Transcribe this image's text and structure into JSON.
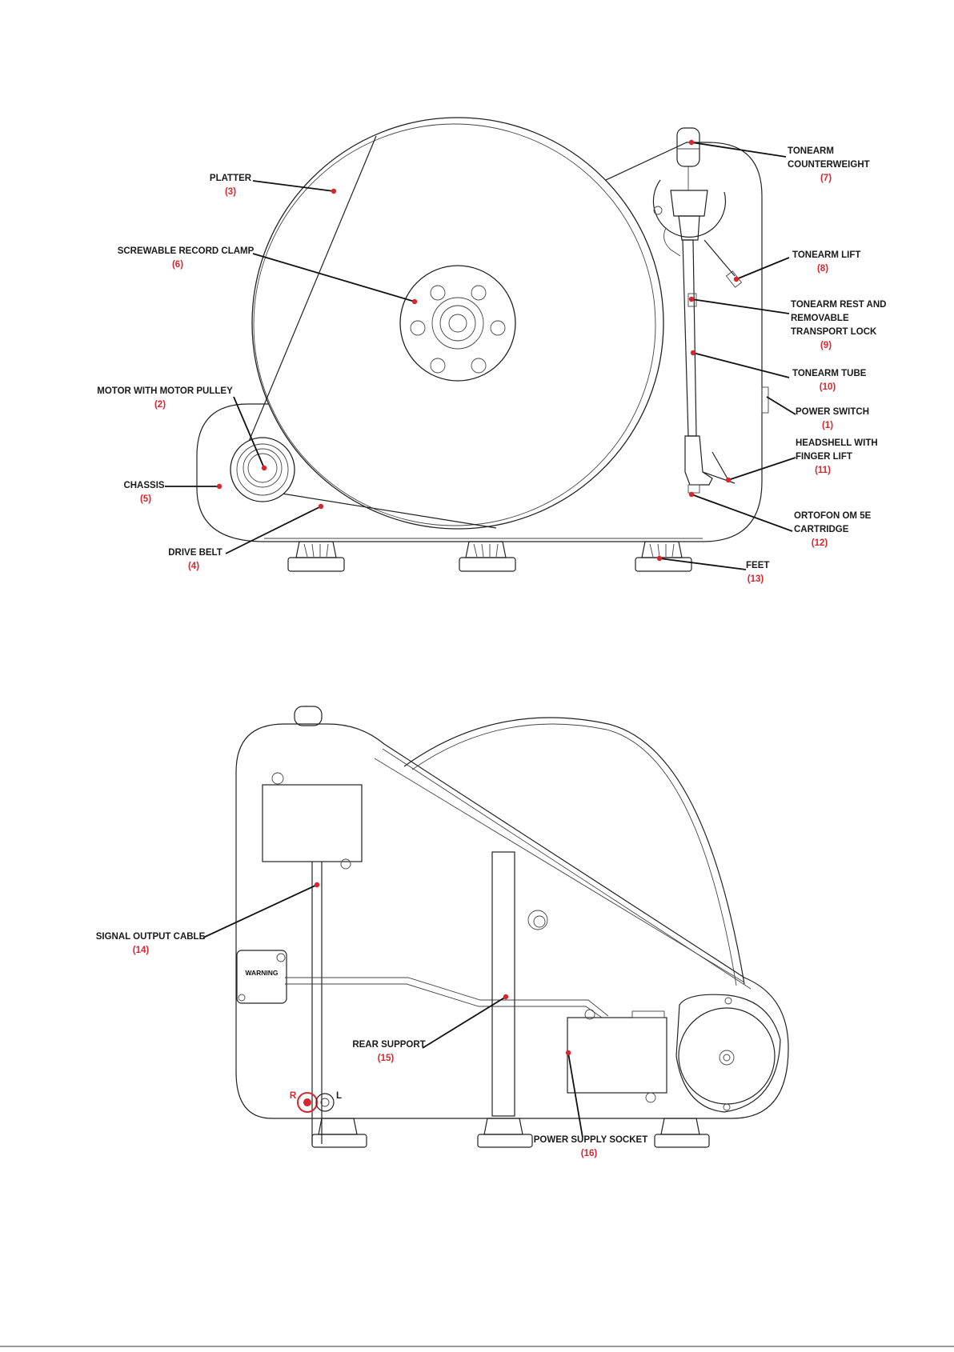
{
  "accent_color": "#d9262e",
  "front_view": {
    "callouts": [
      {
        "id": "platter",
        "lines": [
          "PLATTER"
        ],
        "number": "(3)"
      },
      {
        "id": "record-clamp",
        "lines": [
          "SCREWABLE RECORD CLAMP"
        ],
        "number": "(6)"
      },
      {
        "id": "motor",
        "lines": [
          "MOTOR WITH MOTOR PULLEY"
        ],
        "number": "(2)"
      },
      {
        "id": "chassis",
        "lines": [
          "CHASSIS"
        ],
        "number": "(5)"
      },
      {
        "id": "drive-belt",
        "lines": [
          "DRIVE BELT"
        ],
        "number": "(4)"
      },
      {
        "id": "counterweight",
        "lines": [
          "TONEARM",
          "COUNTERWEIGHT"
        ],
        "number": "(7)"
      },
      {
        "id": "tonearm-lift",
        "lines": [
          "TONEARM LIFT"
        ],
        "number": "(8)"
      },
      {
        "id": "tonearm-rest",
        "lines": [
          "TONEARM REST AND",
          "REMOVABLE",
          "TRANSPORT LOCK"
        ],
        "number": "(9)"
      },
      {
        "id": "tonearm-tube",
        "lines": [
          "TONEARM TUBE"
        ],
        "number": "(10)"
      },
      {
        "id": "power-switch",
        "lines": [
          "POWER SWITCH"
        ],
        "number": "(1)"
      },
      {
        "id": "headshell",
        "lines": [
          "HEADSHELL WITH",
          "FINGER LIFT"
        ],
        "number": "(11)"
      },
      {
        "id": "cartridge",
        "lines": [
          "ORTOFON OM 5E",
          "CARTRIDGE"
        ],
        "number": "(12)"
      },
      {
        "id": "feet",
        "lines": [
          "FEET"
        ],
        "number": "(13)"
      }
    ]
  },
  "rear_view": {
    "warning_label": "WARNING",
    "right_channel": "R",
    "left_channel": "L",
    "callouts": [
      {
        "id": "signal-cable",
        "lines": [
          "SIGNAL OUTPUT CABLE"
        ],
        "number": "(14)"
      },
      {
        "id": "rear-support",
        "lines": [
          "REAR SUPPORT"
        ],
        "number": "(15)"
      },
      {
        "id": "power-socket",
        "lines": [
          "POWER SUPPLY SOCKET"
        ],
        "number": "(16)"
      }
    ]
  }
}
